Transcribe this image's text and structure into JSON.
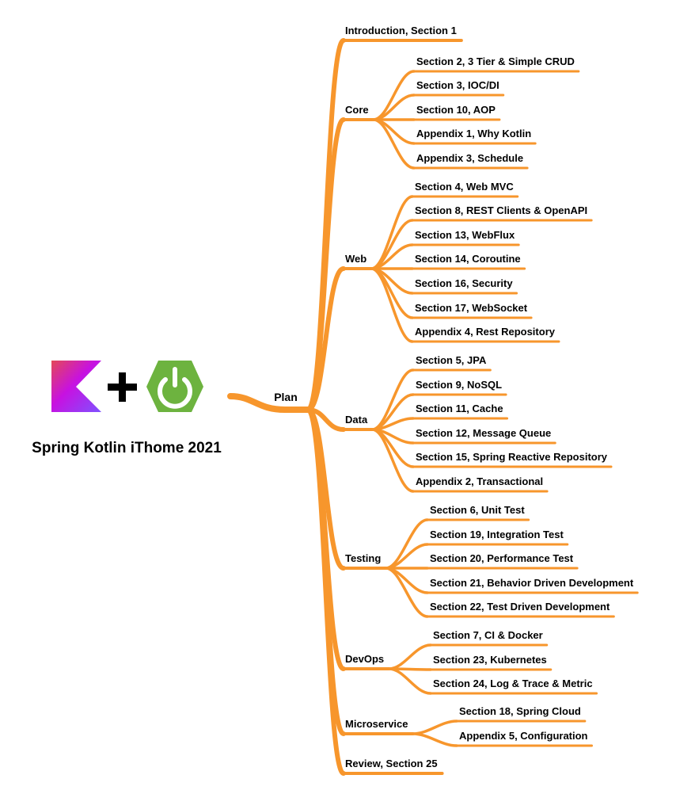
{
  "caption": "Spring Kotlin iThome 2021",
  "root": "Plan",
  "colors": {
    "line": "#f7962c",
    "kotlin_orange": "#e44857",
    "kotlin_purple": "#7f52ff",
    "spring_green": "#6db33f",
    "text": "#000000"
  },
  "icons": [
    "kotlin-logo-icon",
    "plus-icon",
    "spring-power-icon"
  ],
  "branches": [
    {
      "label": "Introduction, Section 1",
      "children": []
    },
    {
      "label": "Core",
      "children": [
        "Section 2, 3 Tier & Simple CRUD",
        "Section 3, IOC/DI",
        "Section 10, AOP",
        "Appendix 1, Why Kotlin",
        "Appendix 3, Schedule"
      ]
    },
    {
      "label": "Web",
      "children": [
        "Section 4, Web MVC",
        "Section 8, REST Clients & OpenAPI",
        "Section 13, WebFlux",
        "Section 14, Coroutine",
        "Section 16, Security",
        "Section 17, WebSocket",
        "Appendix 4, Rest Repository"
      ]
    },
    {
      "label": "Data",
      "children": [
        "Section 5, JPA",
        "Section 9, NoSQL",
        "Section 11, Cache",
        "Section 12, Message Queue",
        "Section 15, Spring Reactive Repository",
        "Appendix 2, Transactional"
      ]
    },
    {
      "label": "Testing",
      "children": [
        "Section 6, Unit Test",
        "Section 19, Integration Test",
        "Section 20, Performance Test",
        "Section 21, Behavior Driven Development",
        "Section 22, Test Driven Development"
      ]
    },
    {
      "label": "DevOps",
      "children": [
        "Section 7, CI & Docker",
        "Section 23, Kubernetes",
        "Section 24, Log & Trace & Metric"
      ]
    },
    {
      "label": "Microservice",
      "children": [
        "Section 18, Spring Cloud",
        "Appendix 5, Configuration"
      ]
    },
    {
      "label": "Review, Section 25",
      "children": []
    }
  ]
}
